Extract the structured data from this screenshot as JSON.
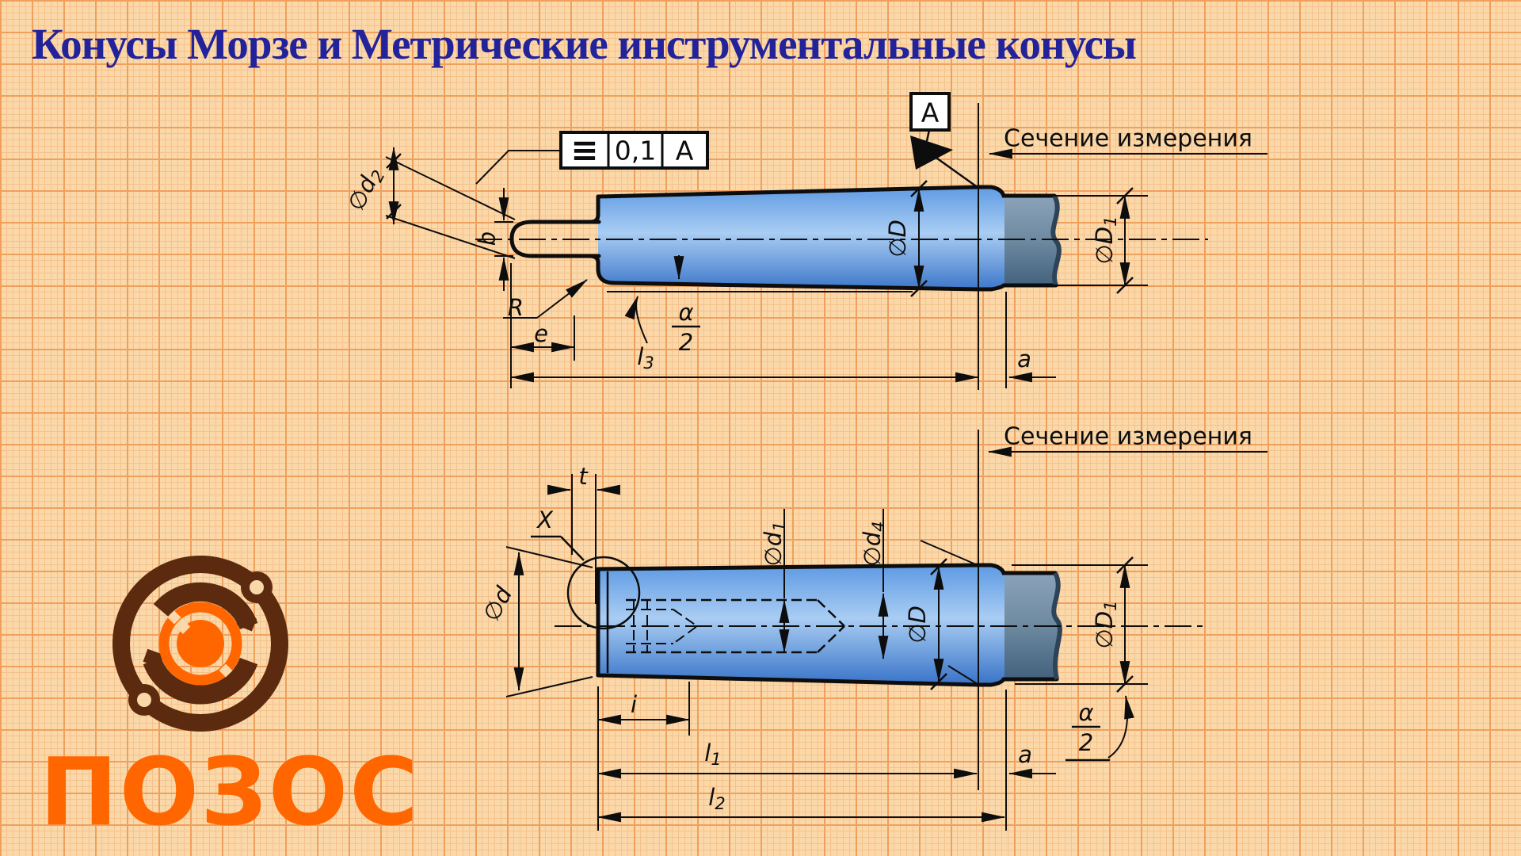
{
  "title": "Конусы Морзе и Метрические инструментальные конусы",
  "colors": {
    "background": "#fbd8a9",
    "grid_minor": "#f5c28b",
    "grid_major": "#efa05c",
    "title_color": "#22229b",
    "part_blue": "#4a87d8",
    "shank_gray": "#6d89a0",
    "logo_orange": "#ff6600",
    "logo_brown": "#5c2a0e"
  },
  "top_drawing": {
    "section_label": "Сечение измерения",
    "tolerance_frame": {
      "symbol": "≡",
      "value": "0,1",
      "datum": "A"
    },
    "datum_flag": "A",
    "labels": {
      "d2_main": "∅d",
      "d2_sub": "2",
      "b": "b",
      "r": "R",
      "e": "e",
      "alpha": "α",
      "alpha_den": "2",
      "l3_main": "l",
      "l3_sub": "3",
      "a": "a",
      "big_d": "∅D",
      "big_d1_main": "∅D",
      "big_d1_sub": "1"
    }
  },
  "bottom_drawing": {
    "section_label": "Сечение измерения",
    "detail_label": "X",
    "labels": {
      "t": "t",
      "d": "∅d",
      "d1_main": "∅d",
      "d1_sub": "1",
      "d4_main": "∅d",
      "d4_sub": "4",
      "big_d": "∅D",
      "big_d1_main": "∅D",
      "big_d1_sub": "1",
      "i": "i",
      "l1_main": "l",
      "l1_sub": "1",
      "l2_main": "l",
      "l2_sub": "2",
      "a": "a",
      "alpha": "α",
      "alpha_den": "2"
    }
  },
  "logo": {
    "text": "ПОЗОС"
  }
}
